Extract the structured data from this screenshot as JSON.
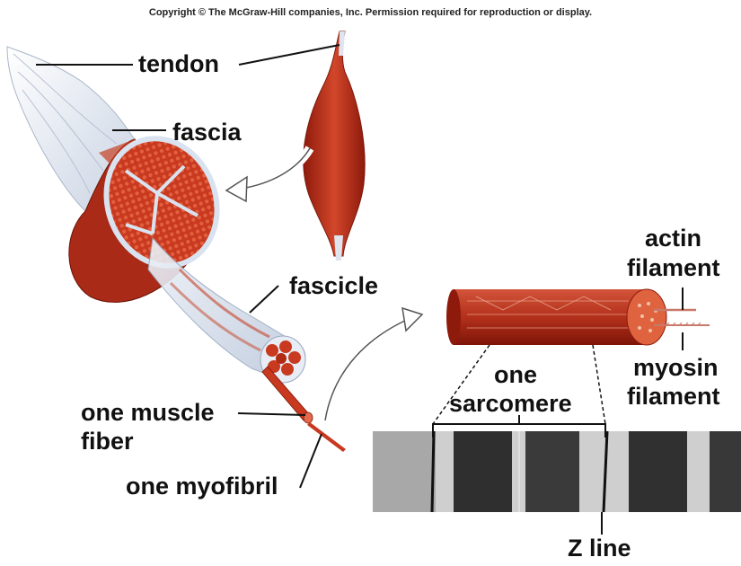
{
  "copyright": "Copyright © The McGraw-Hill companies, Inc. Permission required for reproduction or display.",
  "labels": {
    "tendon": "tendon",
    "fascia": "fascia",
    "fascicle": "fascicle",
    "muscle_fiber_line1": "one muscle",
    "muscle_fiber_line2": "fiber",
    "myofibril": "one myofibril",
    "actin_line1": "actin",
    "actin_line2": "filament",
    "myosin_line1": "myosin",
    "myosin_line2": "filament",
    "sarcomere_line1": "one",
    "sarcomere_line2": "sarcomere",
    "z_line": "Z line"
  },
  "colors": {
    "muscle_red": "#c0311d",
    "muscle_dark": "#8e1a0c",
    "muscle_light": "#e46a4d",
    "connective": "#d9e2ef",
    "outline": "#111111"
  }
}
